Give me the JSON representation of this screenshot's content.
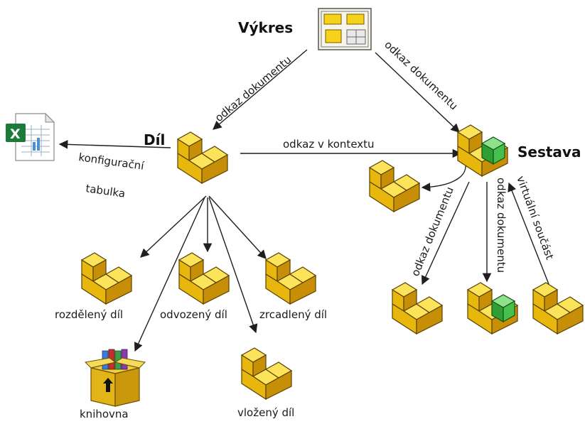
{
  "nodes": {
    "vykres": {
      "label": "Výkres",
      "icon": "drawing-icon"
    },
    "dil": {
      "label": "Díl",
      "icon": "part-icon"
    },
    "sestava": {
      "label": "Sestava",
      "icon": "assembly-icon"
    },
    "excel": {
      "icon": "excel-table-icon"
    },
    "rozdeleny": {
      "label": "rozdělený díl",
      "icon": "part-icon"
    },
    "odvozeny": {
      "label": "odvozený díl",
      "icon": "part-icon"
    },
    "zrcadleny": {
      "label": "zrcadlený díl",
      "icon": "part-icon"
    },
    "knihovna": {
      "label": "knihovna",
      "icon": "library-box-icon"
    },
    "vlozeny": {
      "label": "vložený díl",
      "icon": "part-icon"
    },
    "ctx_part": {
      "icon": "part-icon"
    },
    "asm_part1": {
      "icon": "part-icon"
    },
    "asm_sub": {
      "icon": "assembly-icon"
    },
    "asm_virtual": {
      "icon": "part-icon"
    }
  },
  "edges": {
    "vykres_dil": "odkaz dokumentu",
    "vykres_sestava": "odkaz dokumentu",
    "dil_sestava": "odkaz v kontextu",
    "dil_tabulka": [
      "konfigurační",
      "tabulka"
    ],
    "sestava_part": "odkaz dokumentu",
    "sestava_sub": "odkaz dokumentu",
    "sestava_virtual": "virtuální součást"
  },
  "colors": {
    "part_face": "#f5d21a",
    "part_front": "#e7b70e",
    "part_side": "#c78f07",
    "part_outline": "#5a4103",
    "assembly_green": "#34a83a",
    "drawing_frame": "#f7f5ea",
    "excel_green": "#1e7a3a"
  }
}
